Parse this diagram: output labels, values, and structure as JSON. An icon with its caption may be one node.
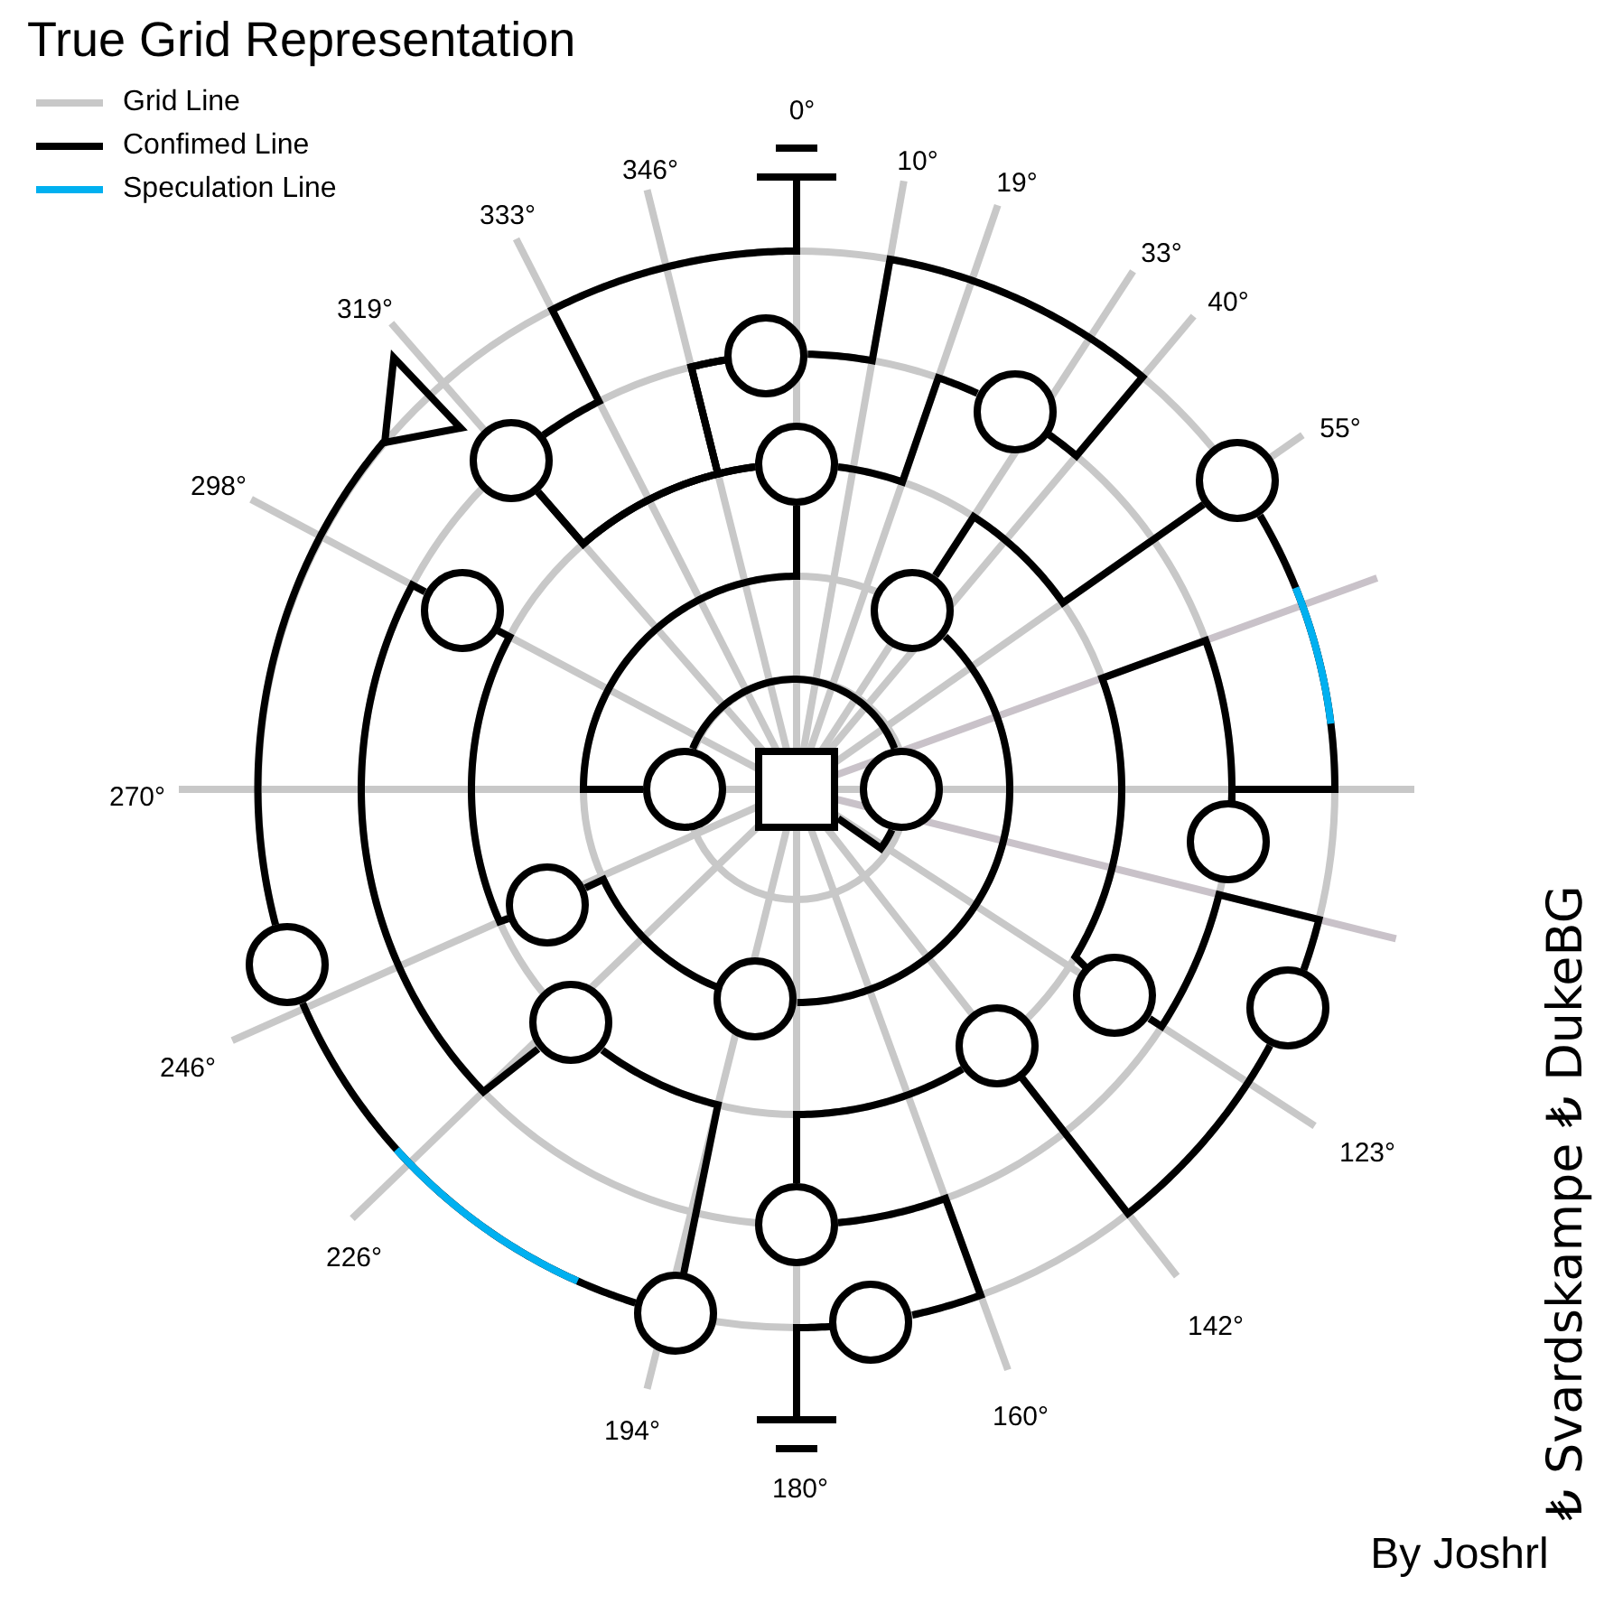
{
  "diagram": {
    "title": "True Grid Representation",
    "nodes": [
      {
        "text": [],
        "shape": "bar"
      },
      {
        "text": [],
        "shape": "circle"
      },
      {
        "text": [],
        "shape": "triangle"
      },
      {
        "text": [],
        "shape": "circle"
      },
      {
        "text": [],
        "shape": "circle"
      },
      {
        "text": [],
        "shape": "circle"
      },
      {
        "text": [],
        "shape": "circle"
      },
      {
        "text": [],
        "shape": "circle"
      },
      {
        "text": [],
        "shape": "circle"
      },
      {
        "text": [],
        "shape": "circle"
      },
      {
        "text": [],
        "shape": "circle"
      },
      {
        "text": [],
        "shape": "box"
      },
      {
        "text": [],
        "shape": "circle"
      },
      {
        "text": [],
        "shape": "circle"
      },
      {
        "text": [],
        "shape": "circle"
      },
      {
        "text": [],
        "shape": "circle"
      },
      {
        "text": [],
        "shape": "circle"
      },
      {
        "text": [],
        "shape": "circle"
      },
      {
        "text": [],
        "shape": "circle"
      },
      {
        "text": [],
        "shape": "circle"
      },
      {
        "text": [],
        "shape": "circle"
      },
      {
        "text": [],
        "shape": "circle"
      },
      {
        "text": [],
        "shape": "circle"
      },
      {
        "text": [],
        "shape": "bar"
      }
    ],
    "edges": [
      {
        "from": 1,
        "to": 3,
        "arrow": "none"
      },
      {
        "from": 1,
        "to": 5,
        "arrow": "none"
      },
      {
        "from": 1,
        "to": 4,
        "arrow": "none"
      },
      {
        "from": 4,
        "to": 5,
        "arrow": "none"
      },
      {
        "from": 4,
        "to": 3,
        "arrow": "none"
      },
      {
        "from": 4,
        "to": 10,
        "arrow": "none"
      },
      {
        "from": 5,
        "to": 0,
        "arrow": "none"
      },
      {
        "from": 6,
        "to": 7,
        "arrow": "none"
      },
      {
        "from": 6,
        "to": 9,
        "arrow": "none"
      },
      {
        "from": 7,
        "to": 15,
        "arrow": "none"
      },
      {
        "from": 8,
        "to": 13,
        "arrow": "none"
      },
      {
        "from": 8,
        "to": 18,
        "arrow": "none"
      },
      {
        "from": 9,
        "to": 16,
        "arrow": "none"
      },
      {
        "from": 10,
        "to": 12,
        "arrow": "none"
      },
      {
        "from": 12,
        "to": 11,
        "arrow": "none"
      },
      {
        "from": 13,
        "to": 15,
        "arrow": "none"
      },
      {
        "from": 14,
        "to": 21,
        "arrow": "none"
      },
      {
        "from": 14,
        "to": 2,
        "arrow": "none"
      },
      {
        "from": 16,
        "to": 17,
        "arrow": "none"
      },
      {
        "from": 17,
        "to": 19,
        "arrow": "none"
      },
      {
        "from": 18,
        "to": 21,
        "arrow": "none"
      },
      {
        "from": 19,
        "to": 20,
        "arrow": "none"
      },
      {
        "from": 20,
        "to": 22,
        "arrow": "none"
      },
      {
        "from": 22,
        "to": 23,
        "arrow": "none"
      }
    ],
    "labels": [
      "0°",
      "346°",
      "10°",
      "19°",
      "333°",
      "33°",
      "319°",
      "40°",
      "55°",
      "298°",
      "270°",
      "246°",
      "123°",
      "226°",
      "142°",
      "194°",
      "160°",
      "180°",
      "₺ Svardskampe ₺ DukeBG",
      "By Joshrl"
    ],
    "legend": [
      {
        "text": "Grid Line"
      },
      {
        "text": "Confimed Line"
      },
      {
        "text": "Speculation Line"
      }
    ]
  }
}
